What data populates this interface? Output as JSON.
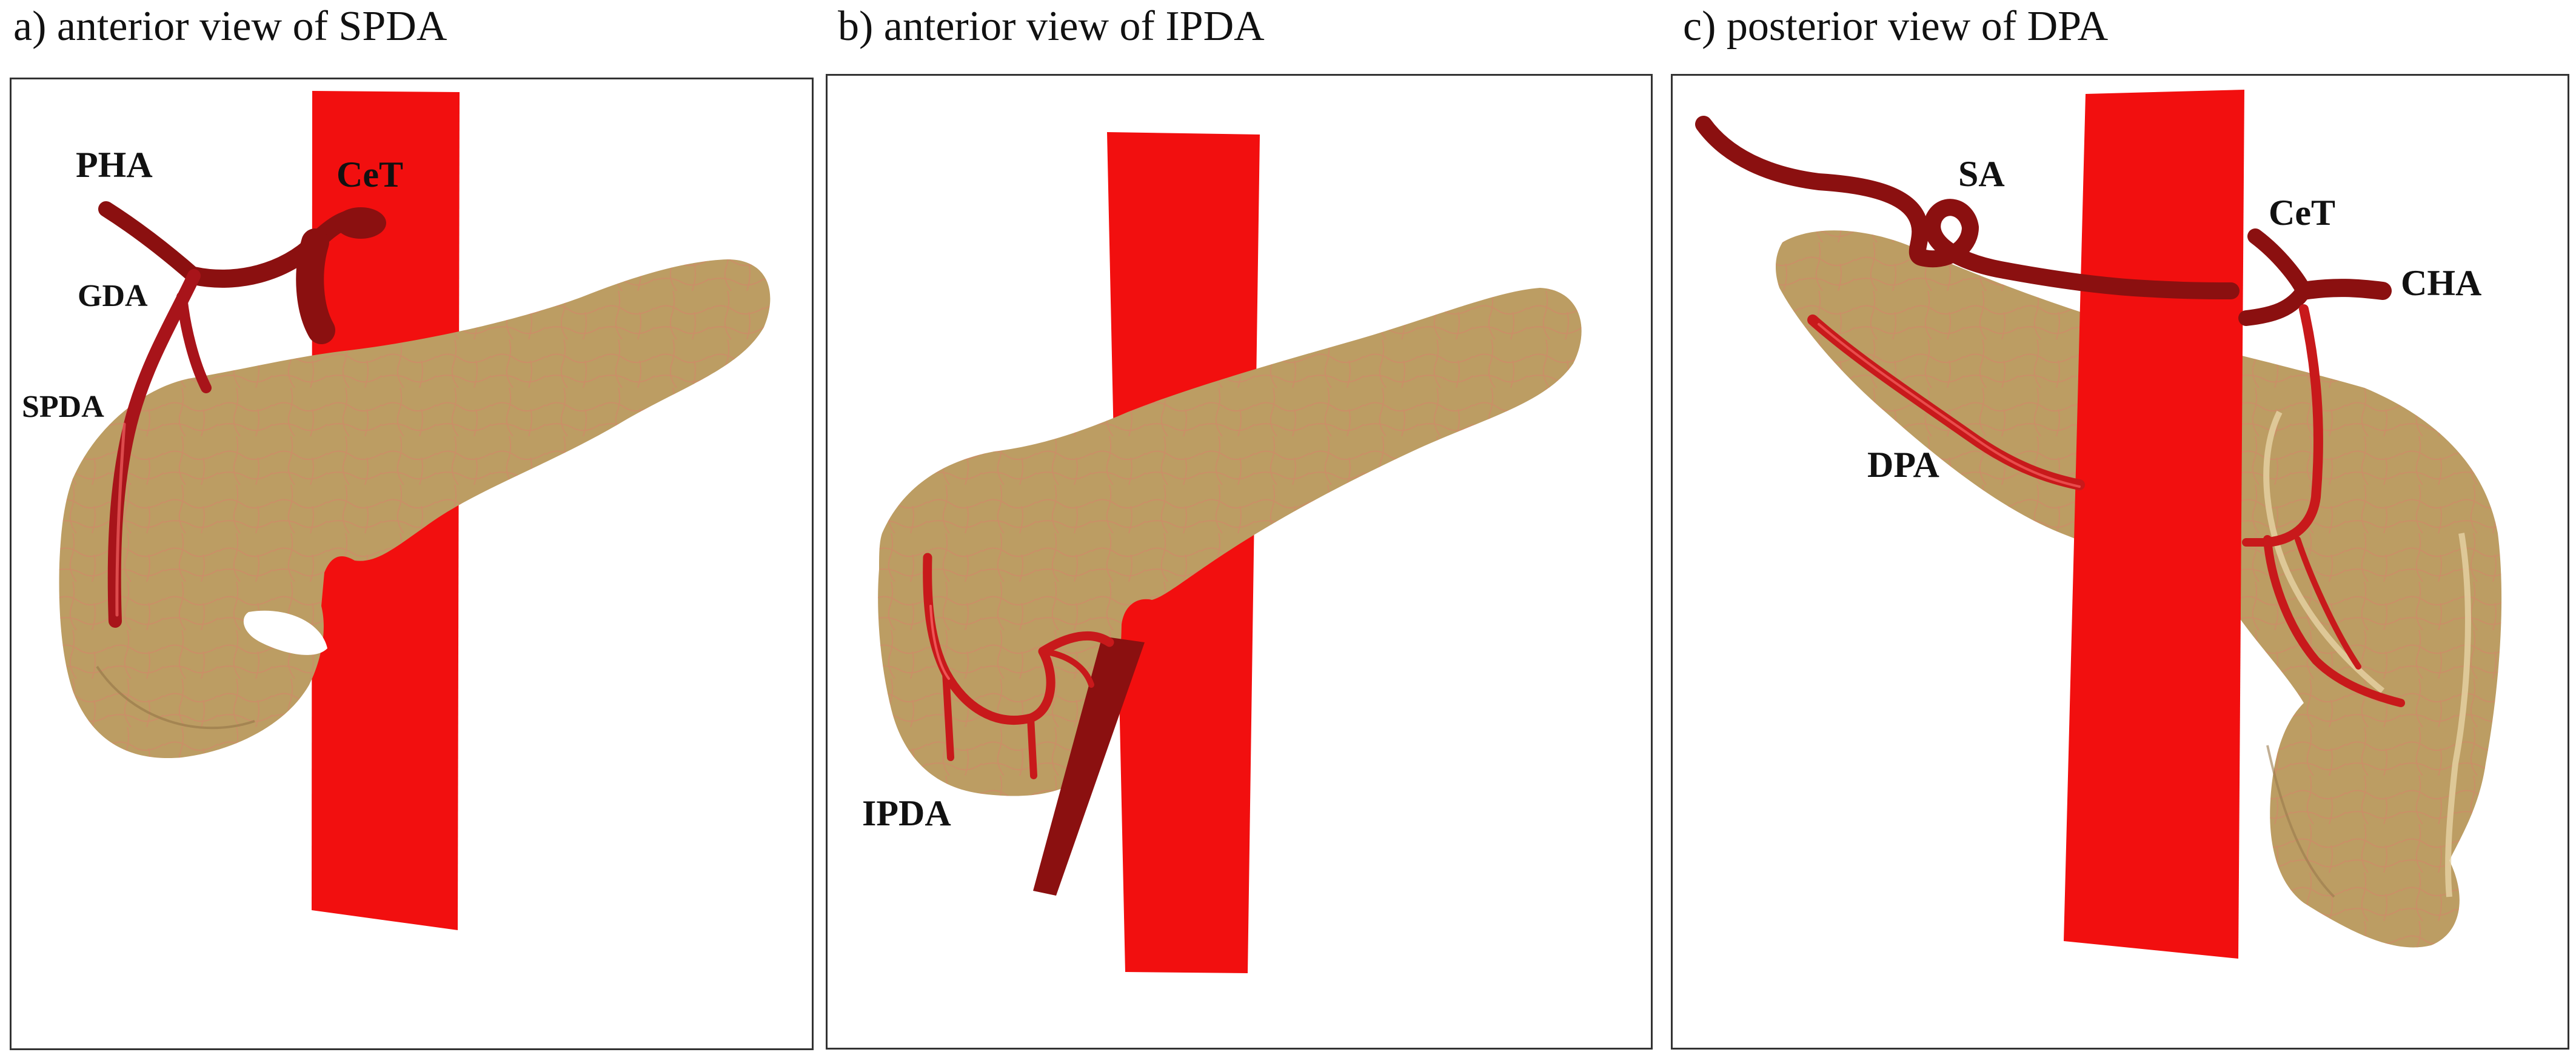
{
  "colors": {
    "aorta": "#f20f0f",
    "pancreas": "#bc9d63",
    "pancreas_lobule_line": "#d4826a",
    "artery_dark": "#8b1010",
    "artery_bright": "#c8191b",
    "artery_highlight": "#ff6e6e",
    "frame": "#333333",
    "text": "#111111"
  },
  "panels": [
    {
      "title": "a) anterior view of SPDA",
      "labels": {
        "pha": "PHA",
        "cet": "CeT",
        "gda": "GDA",
        "spda": "SPDA"
      }
    },
    {
      "title": "b) anterior view of IPDA",
      "labels": {
        "ipda": "IPDA"
      }
    },
    {
      "title": "c) posterior view of DPA",
      "labels": {
        "sa": "SA",
        "cet": "CeT",
        "cha": "CHA",
        "dpa": "DPA"
      }
    }
  ]
}
